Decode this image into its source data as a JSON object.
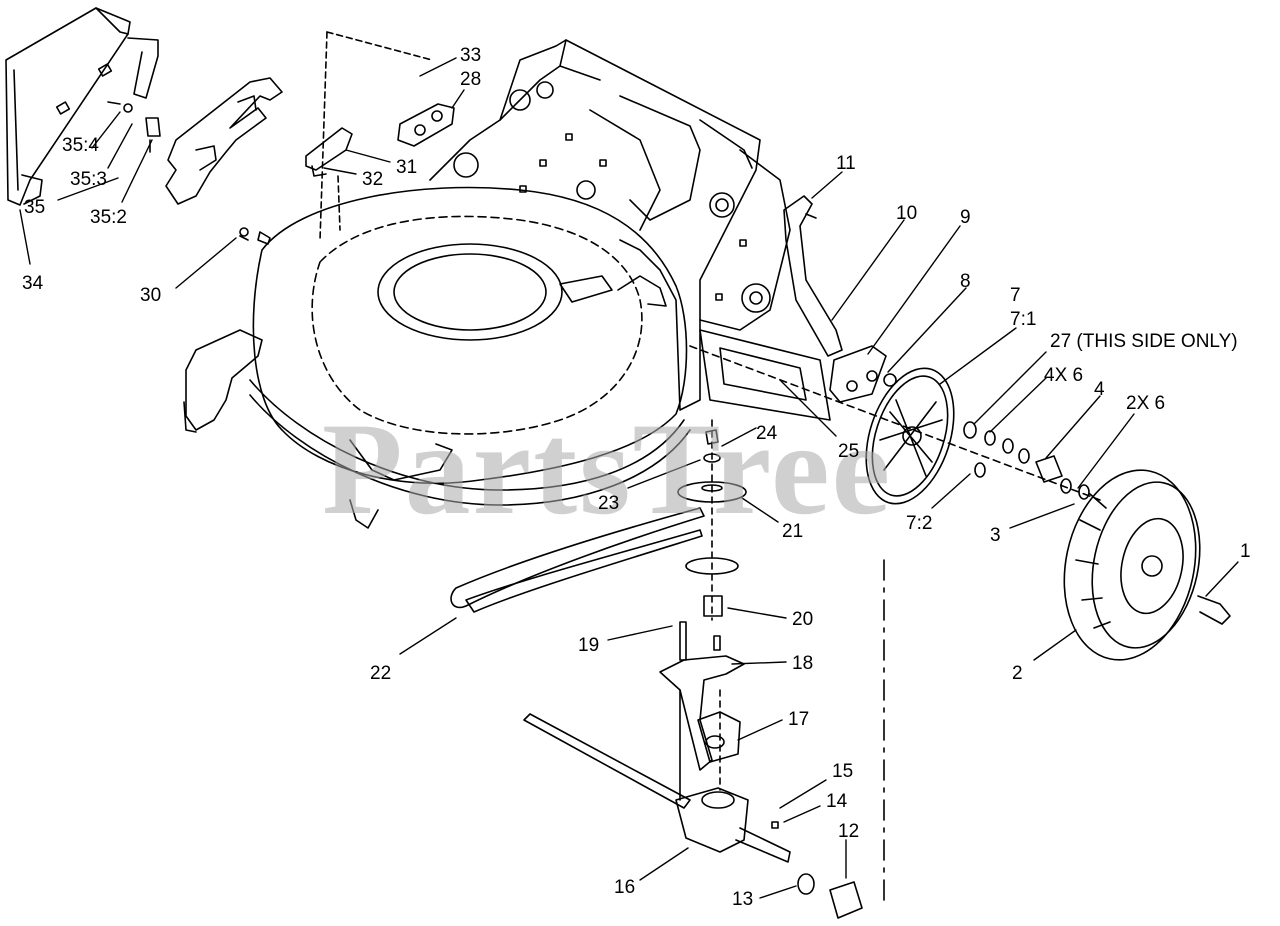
{
  "watermark": "PartsTree",
  "callouts": {
    "c1": "1",
    "c2": "2",
    "c3": "3",
    "c4": "4",
    "c7": "7",
    "c7_1": "7:1",
    "c7_2": "7:2",
    "c8": "8",
    "c9": "9",
    "c10": "10",
    "c11": "11",
    "c12": "12",
    "c13": "13",
    "c14": "14",
    "c15": "15",
    "c16": "16",
    "c17": "17",
    "c18": "18",
    "c19": "19",
    "c20": "20",
    "c21": "21",
    "c22": "22",
    "c23": "23",
    "c24": "24",
    "c25": "25",
    "c27": "27 (THIS SIDE ONLY)",
    "c28": "28",
    "c30": "30",
    "c31": "31",
    "c32": "32",
    "c33": "33",
    "c34": "34",
    "c35": "35",
    "c35_2": "35:2",
    "c35_3": "35:3",
    "c35_4": "35:4",
    "c4x6": "4X 6",
    "c2x6": "2X 6"
  }
}
